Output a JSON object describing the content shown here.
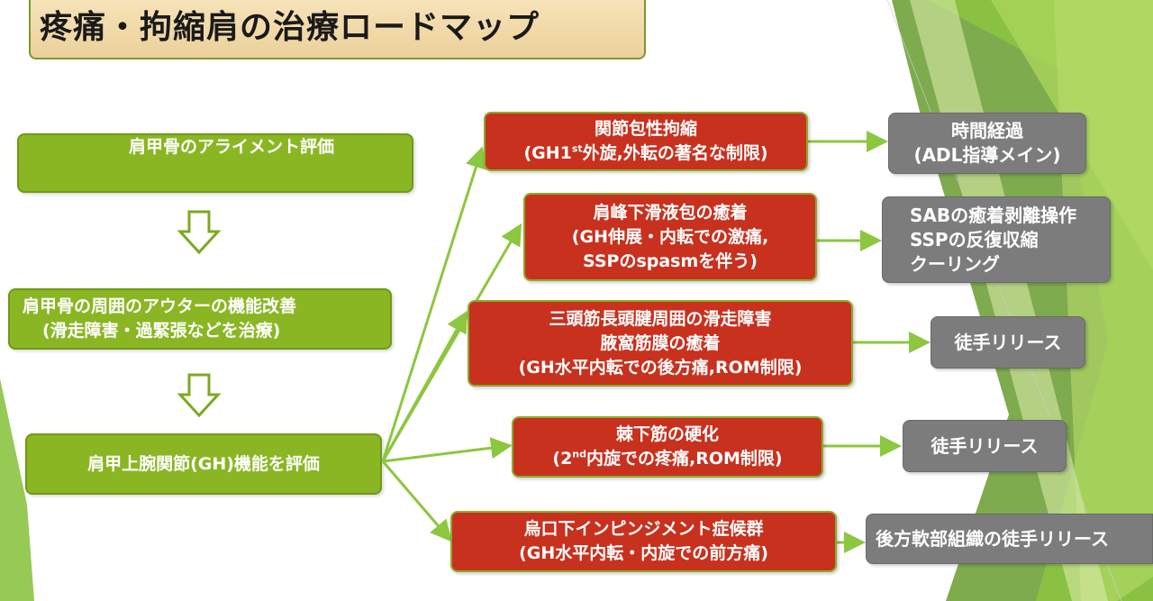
{
  "title": "疼痛・拘縮肩の治療ロードマップ",
  "left_steps": [
    {
      "id": "s1",
      "lines": [
        "肩甲骨のアライメント評価"
      ]
    },
    {
      "id": "s2",
      "lines": [
        "肩甲骨の周囲のアウターの機能改善",
        "(滑走障害・過緊張などを治療)"
      ]
    },
    {
      "id": "s3",
      "lines": [
        "肩甲上腕関節(GH)機能を評価"
      ]
    }
  ],
  "conditions": [
    {
      "id": "c1",
      "lines": [
        "関節包性拘縮",
        "(GH1",
        "外旋,外転の著名な制限)"
      ],
      "sup": "st"
    },
    {
      "id": "c2",
      "lines": [
        "肩峰下滑液包の癒着",
        "(GH伸展・内転での激痛,",
        "SSPのspasmを伴う)"
      ]
    },
    {
      "id": "c3",
      "lines": [
        "三頭筋長頭腱周囲の滑走障害",
        "腋窩筋膜の癒着",
        "(GH水平内転での後方痛,ROM制限)"
      ]
    },
    {
      "id": "c4",
      "lines": [
        "棘下筋の硬化",
        "(2",
        "内旋での疼痛,ROM制限)"
      ],
      "sup": "nd"
    },
    {
      "id": "c5",
      "lines": [
        "烏口下インピンジメント症候群",
        "(GH水平内転・内旋での前方痛)"
      ]
    }
  ],
  "treatments": [
    {
      "id": "t1",
      "lines": [
        "時間経過",
        "(ADL指導メイン)"
      ]
    },
    {
      "id": "t2",
      "lines": [
        "SABの癒着剥離操作",
        "SSPの反復収縮",
        "クーリング"
      ]
    },
    {
      "id": "t3",
      "lines": [
        "徒手リリース"
      ]
    },
    {
      "id": "t4",
      "lines": [
        "徒手リリース"
      ]
    },
    {
      "id": "t5",
      "lines": [
        "後方軟部組織の徒手リリース"
      ]
    }
  ],
  "colors": {
    "green": "#8ab623",
    "red": "#c8311e",
    "gray": "#7c7c7c",
    "arrow": "#8dc63f",
    "title_bg": "#f3ddb0"
  }
}
